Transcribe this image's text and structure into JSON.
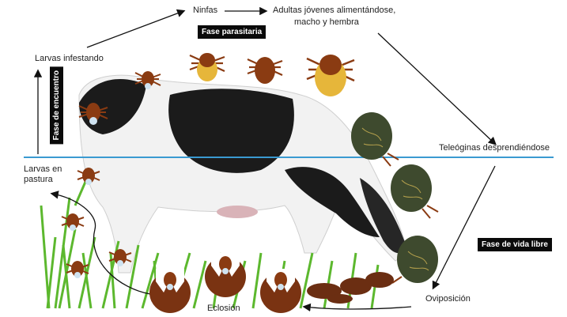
{
  "labels": {
    "ninfas": "Ninfas",
    "adultas": "Adultas jóvenes alimentándose,",
    "adultas2": "macho y hembra",
    "larvas_infestando": "Larvas infestando",
    "teleoginas": "Teleóginas desprendiéndose",
    "larvas_pastura": "Larvas en",
    "larvas_pastura2": "pastura",
    "eclosion": "Eclosión",
    "oviposicion": "Oviposición"
  },
  "phases": {
    "parasitaria": "Fase parasitaria",
    "encuentro": "Fase de encuentro",
    "vida_libre": "Fase de vida libre"
  },
  "colors": {
    "divider": "#3a9ad1",
    "tick_body": "#8a3b12",
    "tick_engorged": "#3e4a2e",
    "grass": "#5cb82e"
  }
}
